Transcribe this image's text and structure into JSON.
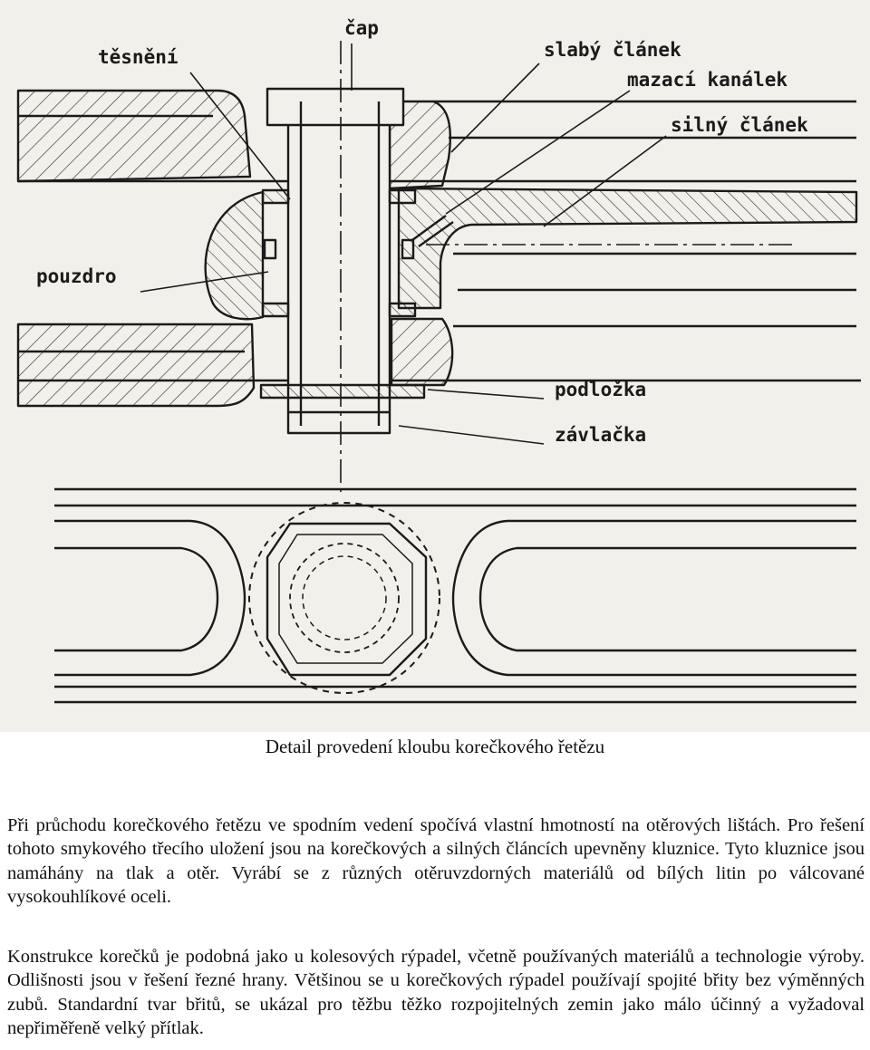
{
  "figure": {
    "labels": {
      "cap": "čap",
      "tesneni": "těsnění",
      "slaby_clanek": "slabý článek",
      "mazaci_kanalek": "mazací kanálek",
      "silny_clanek": "silný článek",
      "pouzdro": "pouzdro",
      "podlozka": "podložka",
      "zavlacka": "závlačka"
    },
    "colors": {
      "paper": "#f2f0ea",
      "ink": "#1b1b1b"
    }
  },
  "caption": "Detail provedení kloubu korečkového řetězu",
  "paragraphs": [
    "Při průchodu korečkového řetězu ve spodním vedení spočívá vlastní hmotností na otěrových lištách. Pro řešení tohoto smykového třecího uložení jsou na korečkových a silných článcích upevněny kluznice. Tyto kluznice jsou namáhány na tlak a otěr. Vyrábí se z různých otěruvzdorných materiálů od bílých litin po válcované vysokouhlíkové oceli.",
    "Konstrukce korečků je podobná jako u kolesových rýpadel, včetně používaných materiálů a technologie výroby. Odlišnosti jsou v řešení řezné hrany. Většinou se u korečkových rýpadel používají spojité břity bez výměnných zubů. Standardní tvar břitů, se ukázal pro těžbu těžko rozpojitelných zemin jako málo účinný a vyžadoval nepřiměřeně velký přítlak."
  ]
}
